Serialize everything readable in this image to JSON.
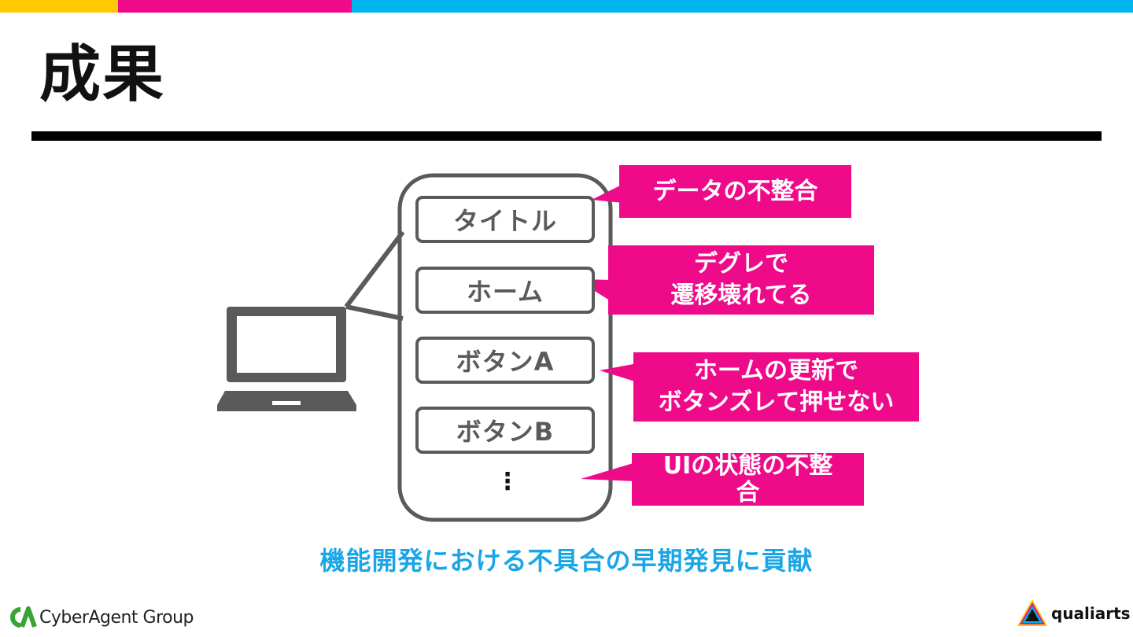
{
  "colors": {
    "bar_yellow": "#ffc800",
    "bar_pink": "#ef0a8a",
    "bar_blue": "#00b4f0",
    "callout": "#ef0a8a",
    "device": "#5a5a5a",
    "conclusion": "#1aa6e6"
  },
  "slide": {
    "title": "成果",
    "conclusion": "機能開発における不具合の早期発見に貢献"
  },
  "screen": {
    "items": [
      "タイトル",
      "ホーム",
      "ボタンA",
      "ボタンB"
    ],
    "more": "⋮"
  },
  "callouts": [
    "データの不整合",
    "デグレで\n遷移壊れてる",
    "ホームの更新で\nボタンズレて押せない",
    "UIの状態の不整\n合"
  ],
  "footer": {
    "left_logo": "CyberAgent Group",
    "right_logo": "qualiarts"
  },
  "icons": [
    "laptop-icon",
    "cyberagent-logo-icon",
    "qualiarts-logo-icon"
  ]
}
